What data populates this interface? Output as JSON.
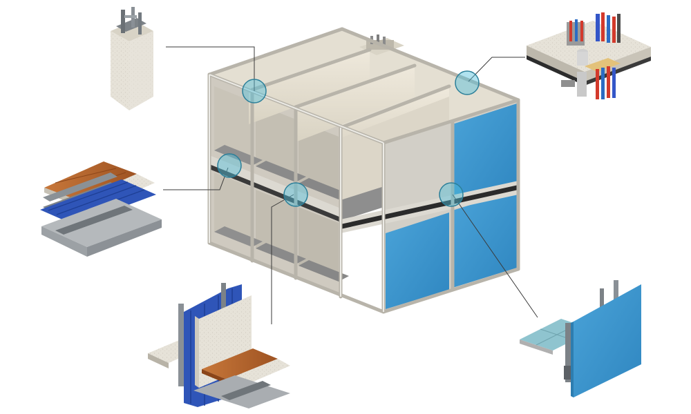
{
  "figure": {
    "subject": "modular-building-structure-exploded-detail",
    "callouts": [
      {
        "id": "column-profile",
        "label": ""
      },
      {
        "id": "roof-service-penetration",
        "label": ""
      },
      {
        "id": "floor-slab-layers",
        "label": ""
      },
      {
        "id": "wall-floor-junction",
        "label": ""
      },
      {
        "id": "cladding-panel-joint",
        "label": ""
      }
    ]
  },
  "colors": {
    "background": "#ffffff",
    "frame": "#d8d6d0",
    "frame_edge": "#b9b6ae",
    "wall_panel": "#ece7da",
    "interior_shadow": "#c9c5ba",
    "floor": "#9a9a9a",
    "cladding_blue": "#3a93cc",
    "cladding_blue_dark": "#2d7db0",
    "decking_blue": "#2f55b8",
    "wood": "#b8642a",
    "concrete": "#e2dfd6",
    "callout_fill": "rgba(80,190,220,0.45)",
    "callout_stroke": "#2b7f99",
    "leader": "#333333"
  }
}
